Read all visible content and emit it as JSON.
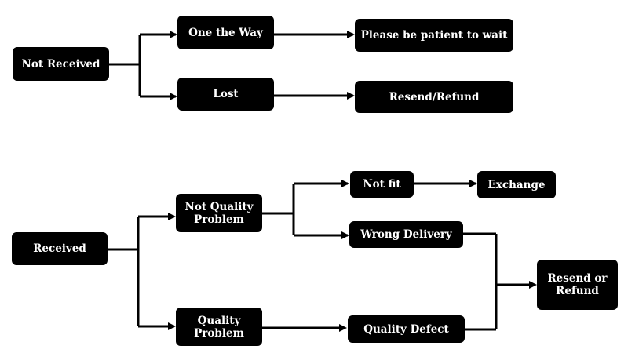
{
  "diagram": {
    "nodes": {
      "not_received": "Not Received",
      "on_the_way": "One the Way",
      "please_wait": "Please be patient to wait",
      "lost": "Lost",
      "resend_refund": "Resend/Refund",
      "received": "Received",
      "not_quality_problem": "Not Quality\nProblem",
      "quality_problem": "Quality\nProblem",
      "not_fit": "Not fit",
      "exchange": "Exchange",
      "wrong_delivery": "Wrong Delivery",
      "quality_defect": "Quality Defect",
      "resend_or_refund": "Resend or\nRefund"
    },
    "colors": {
      "node_fill": "#000000",
      "node_text": "#ffffff",
      "connector": "#000000",
      "background": "#ffffff"
    }
  }
}
